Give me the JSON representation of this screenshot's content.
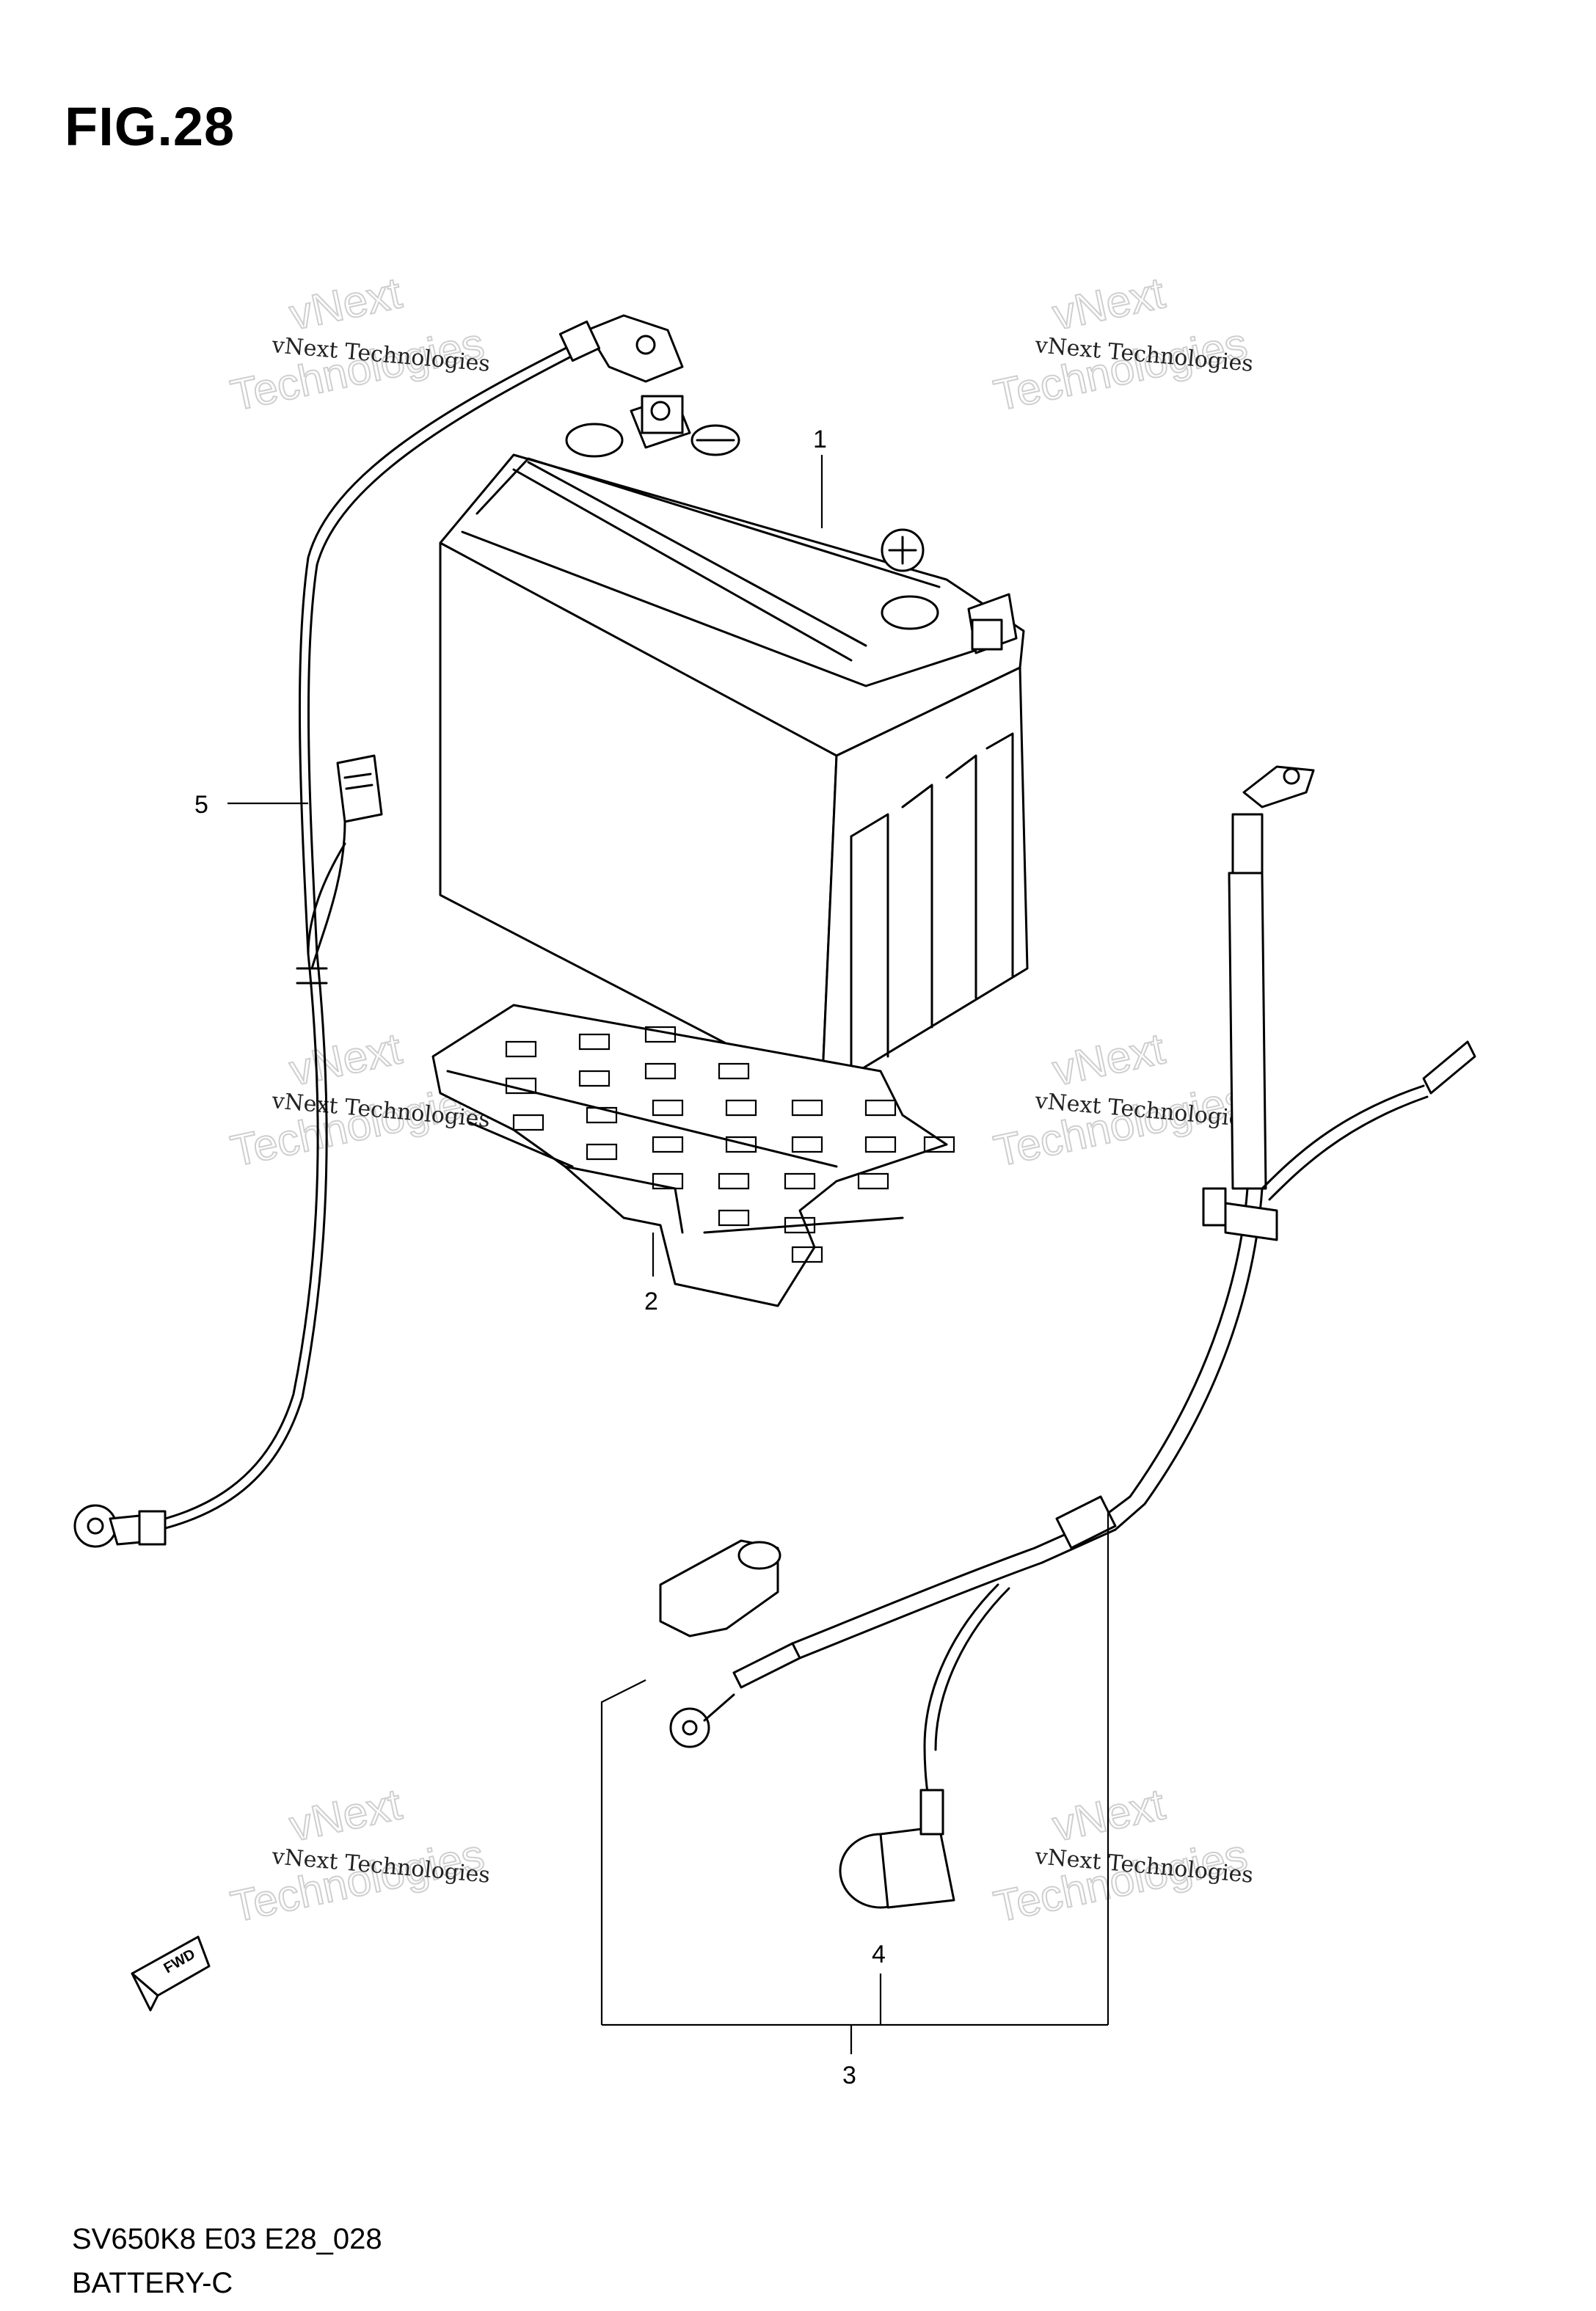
{
  "figure": {
    "title": "FIG.28",
    "model_code": "SV650K8 E03 E28_028",
    "section": "BATTERY-C"
  },
  "callouts": {
    "c1": "1",
    "c2": "2",
    "c3": "3",
    "c4": "4",
    "c5": "5"
  },
  "fwd_label": "FWD",
  "watermark": {
    "line1": "vNext Technologies",
    "line2": "vNext",
    "line3": "Technologies"
  }
}
